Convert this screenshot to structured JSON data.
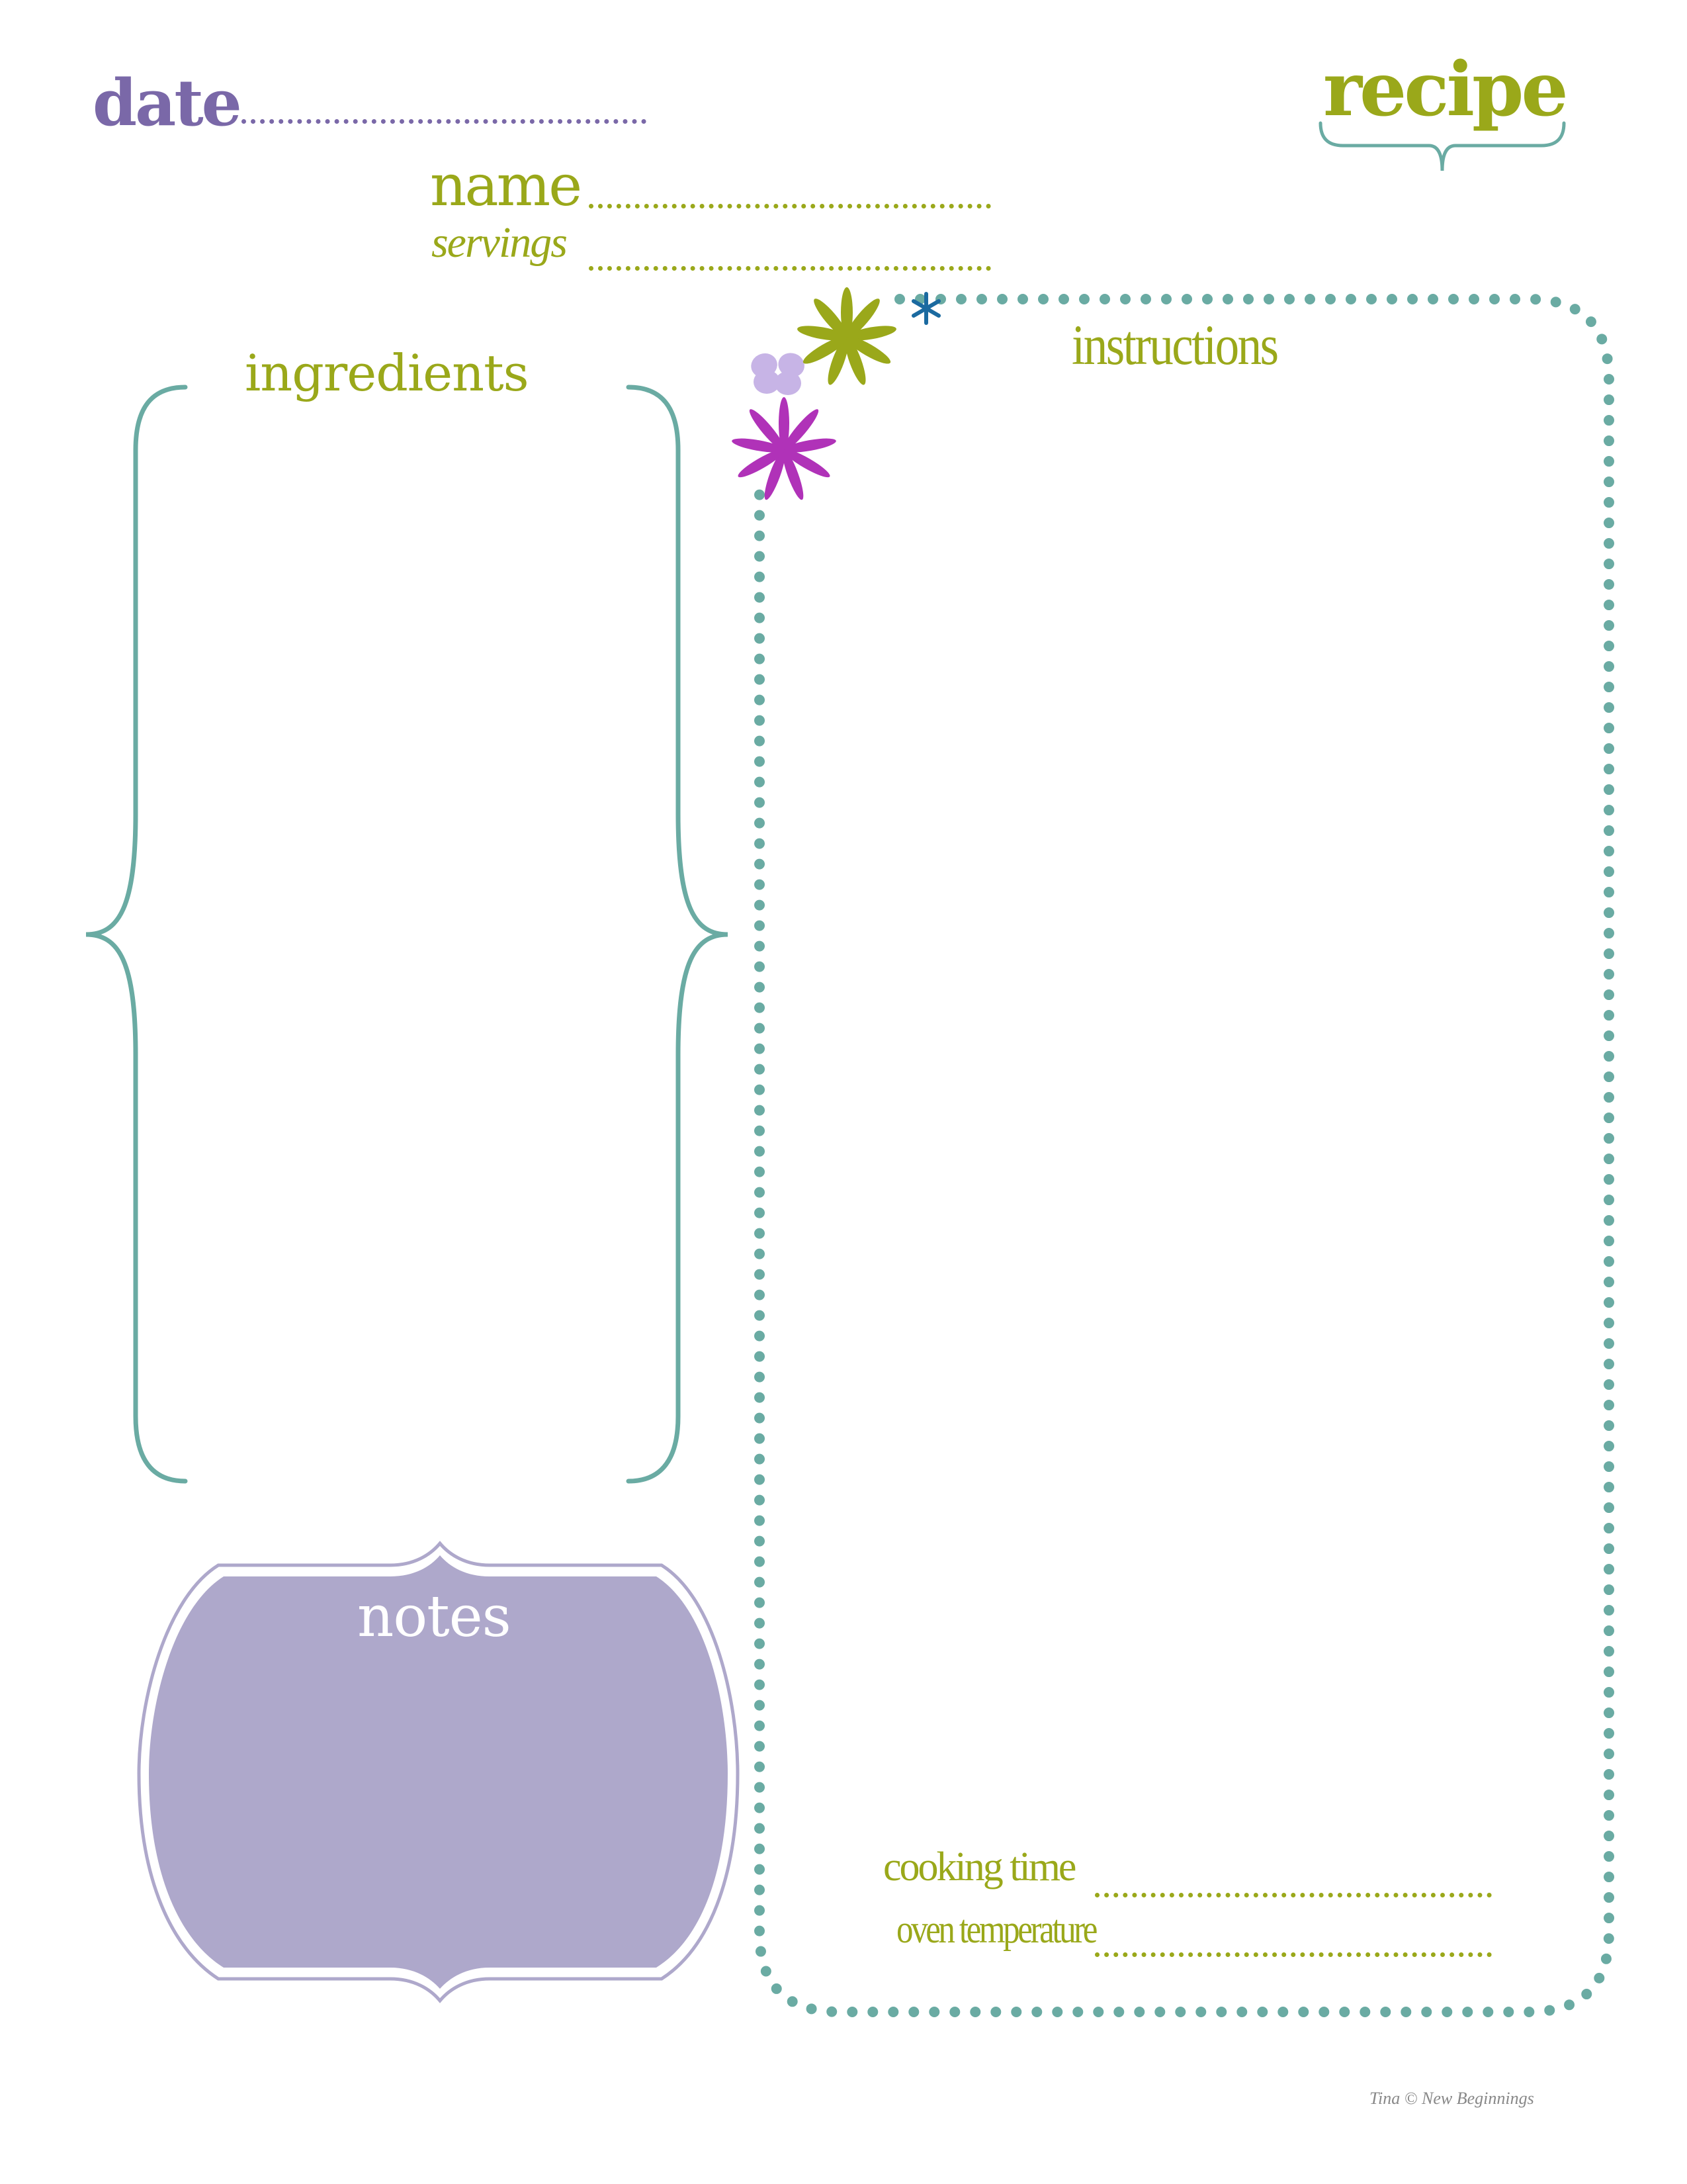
{
  "header": {
    "date_label": "date",
    "recipe_label": "recipe",
    "name_label": "name",
    "servings_label": "servings"
  },
  "sections": {
    "ingredients_label": "ingredients",
    "instructions_label": "instructions",
    "notes_label": "notes"
  },
  "footer_fields": {
    "cooking_time_label": "cooking time",
    "oven_temperature_label": "oven temperature"
  },
  "credit": "Tina © New Beginnings",
  "colors": {
    "purple": "#7a68a8",
    "lime": "#9aa81a",
    "teal": "#6aaba3",
    "notes_fill": "#aea8cb",
    "magenta": "#b032b8",
    "lavender": "#c7b4e6",
    "blue": "#1b6aa0"
  },
  "decorations": [
    "lavender-flower-icon",
    "lime-flower-icon",
    "magenta-flower-icon",
    "blue-asterisk-icon"
  ]
}
